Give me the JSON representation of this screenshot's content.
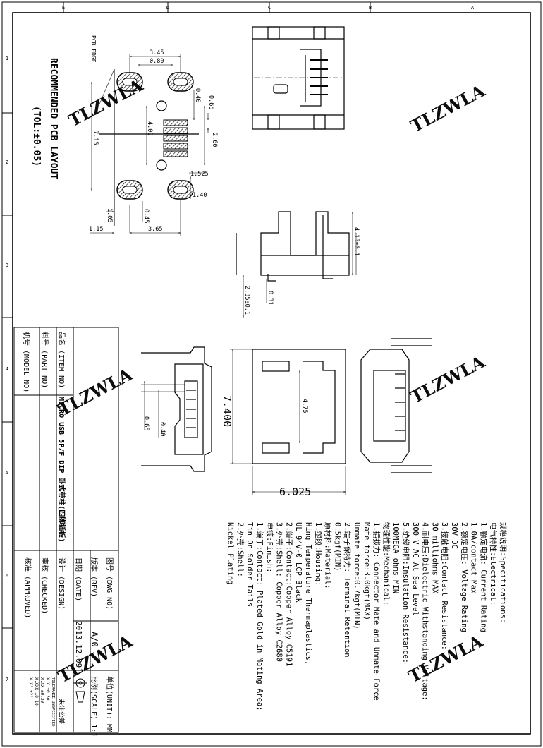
{
  "border": {
    "top_cols": [
      "E",
      "D",
      "C",
      "B",
      "A"
    ],
    "side_rows": [
      "1",
      "2",
      "3",
      "4",
      "5",
      "6",
      "7"
    ]
  },
  "watermark": "TLZWLA",
  "pcb": {
    "edge_label": "PCB EDGE",
    "title": "RECOMMENDED PCB LAYOUT",
    "tolerance": "(TOL:±0.05)",
    "dims": {
      "d345": "3.45",
      "d080": "0.80",
      "d065": "0.65",
      "d040": "0.40",
      "d400": "4.00",
      "d260": "2.60",
      "d715": "7.15",
      "d1525": "1.525",
      "d140": "1.40",
      "d105": "1.05",
      "d045": "0.45",
      "d115": "1.15",
      "d365": "3.65"
    }
  },
  "side_view": {
    "d415": "4.15±0.1",
    "d235": "2.35±0.1",
    "d031": "0.31"
  },
  "front_view": {
    "d065": "0.65",
    "d040": "0.40"
  },
  "bottom_view": {
    "d7400": "7.400",
    "d475": "4.75",
    "d6025": "6.025"
  },
  "title_block": {
    "item_no": "品名 (ITEM NO)",
    "part_no": "料号 (PART NO)",
    "model_no": "机号 (MODEL NO)",
    "product_name": "MICRO USB 5P/F DIP 卧式带柱(四脚插板)",
    "dwg_no": "图号 (DWG NO)",
    "rev": "版本 (REV)",
    "rev_value": "A/0",
    "date": "日期 (DATE)",
    "date_value": "2013.12.09",
    "design": "设计 (DESIGN)",
    "checked": "审核 (CHECKED)",
    "approved": "核准 (APPROVED)",
    "unit": "单位(UNIT): MM",
    "scale": "比例(SCALE) 1:1",
    "tolerance_note": "未注公差",
    "tolerance_caption": "TOLERANCE UNSPECIFIED",
    "tol_rows": [
      "X.X    ±0.30",
      "X.XX   ±0.20",
      "X.XXX  ±0.10",
      "X.X°   ±2°"
    ]
  },
  "specs": [
    "规格说明:Specifications:",
    "电气特性:Electrical:",
    "1.额定电流: Current Rating",
    "      1.0A/contact Max",
    "2.额定电压: Voltage Rating",
    "      30V DC",
    "3.接触电阻:Contact Resistance:",
    "      30 milliohms MAX",
    "4.耐电压:Dielectric Withstanding Voltage:",
    "      300 V AC At Sea Level",
    "5.绝缘电阻:Insulation Resistance:",
    "      100MEGA ohms MIN",
    "物理性能:Mechanical:",
    "1.插拔力: Connector Mate and Unmate Force",
    "      Mate force:3.0kgf(MAX)",
    "      Unmate force:0.7kgf(MIN)",
    "2.端子保持力: Terminal Retention",
    "      0.5kgf(MIN)",
    "原材料:Material:",
    "1.塑胶:Housing:",
    "      Hing Temperature  Thermaplastics,",
    "      UL 94V-0  LCP Black",
    "2.端子:Contact:Copper Alloy C5191",
    "3.外壳:Shell: Copper Alloy C2680",
    "电镀:Finish:",
    "1.端子:Contact: Plated Gold in Mating Area;",
    "      Tin On Solder Tails",
    "2.外壳:Shell:",
    "      Nickel Plating"
  ]
}
